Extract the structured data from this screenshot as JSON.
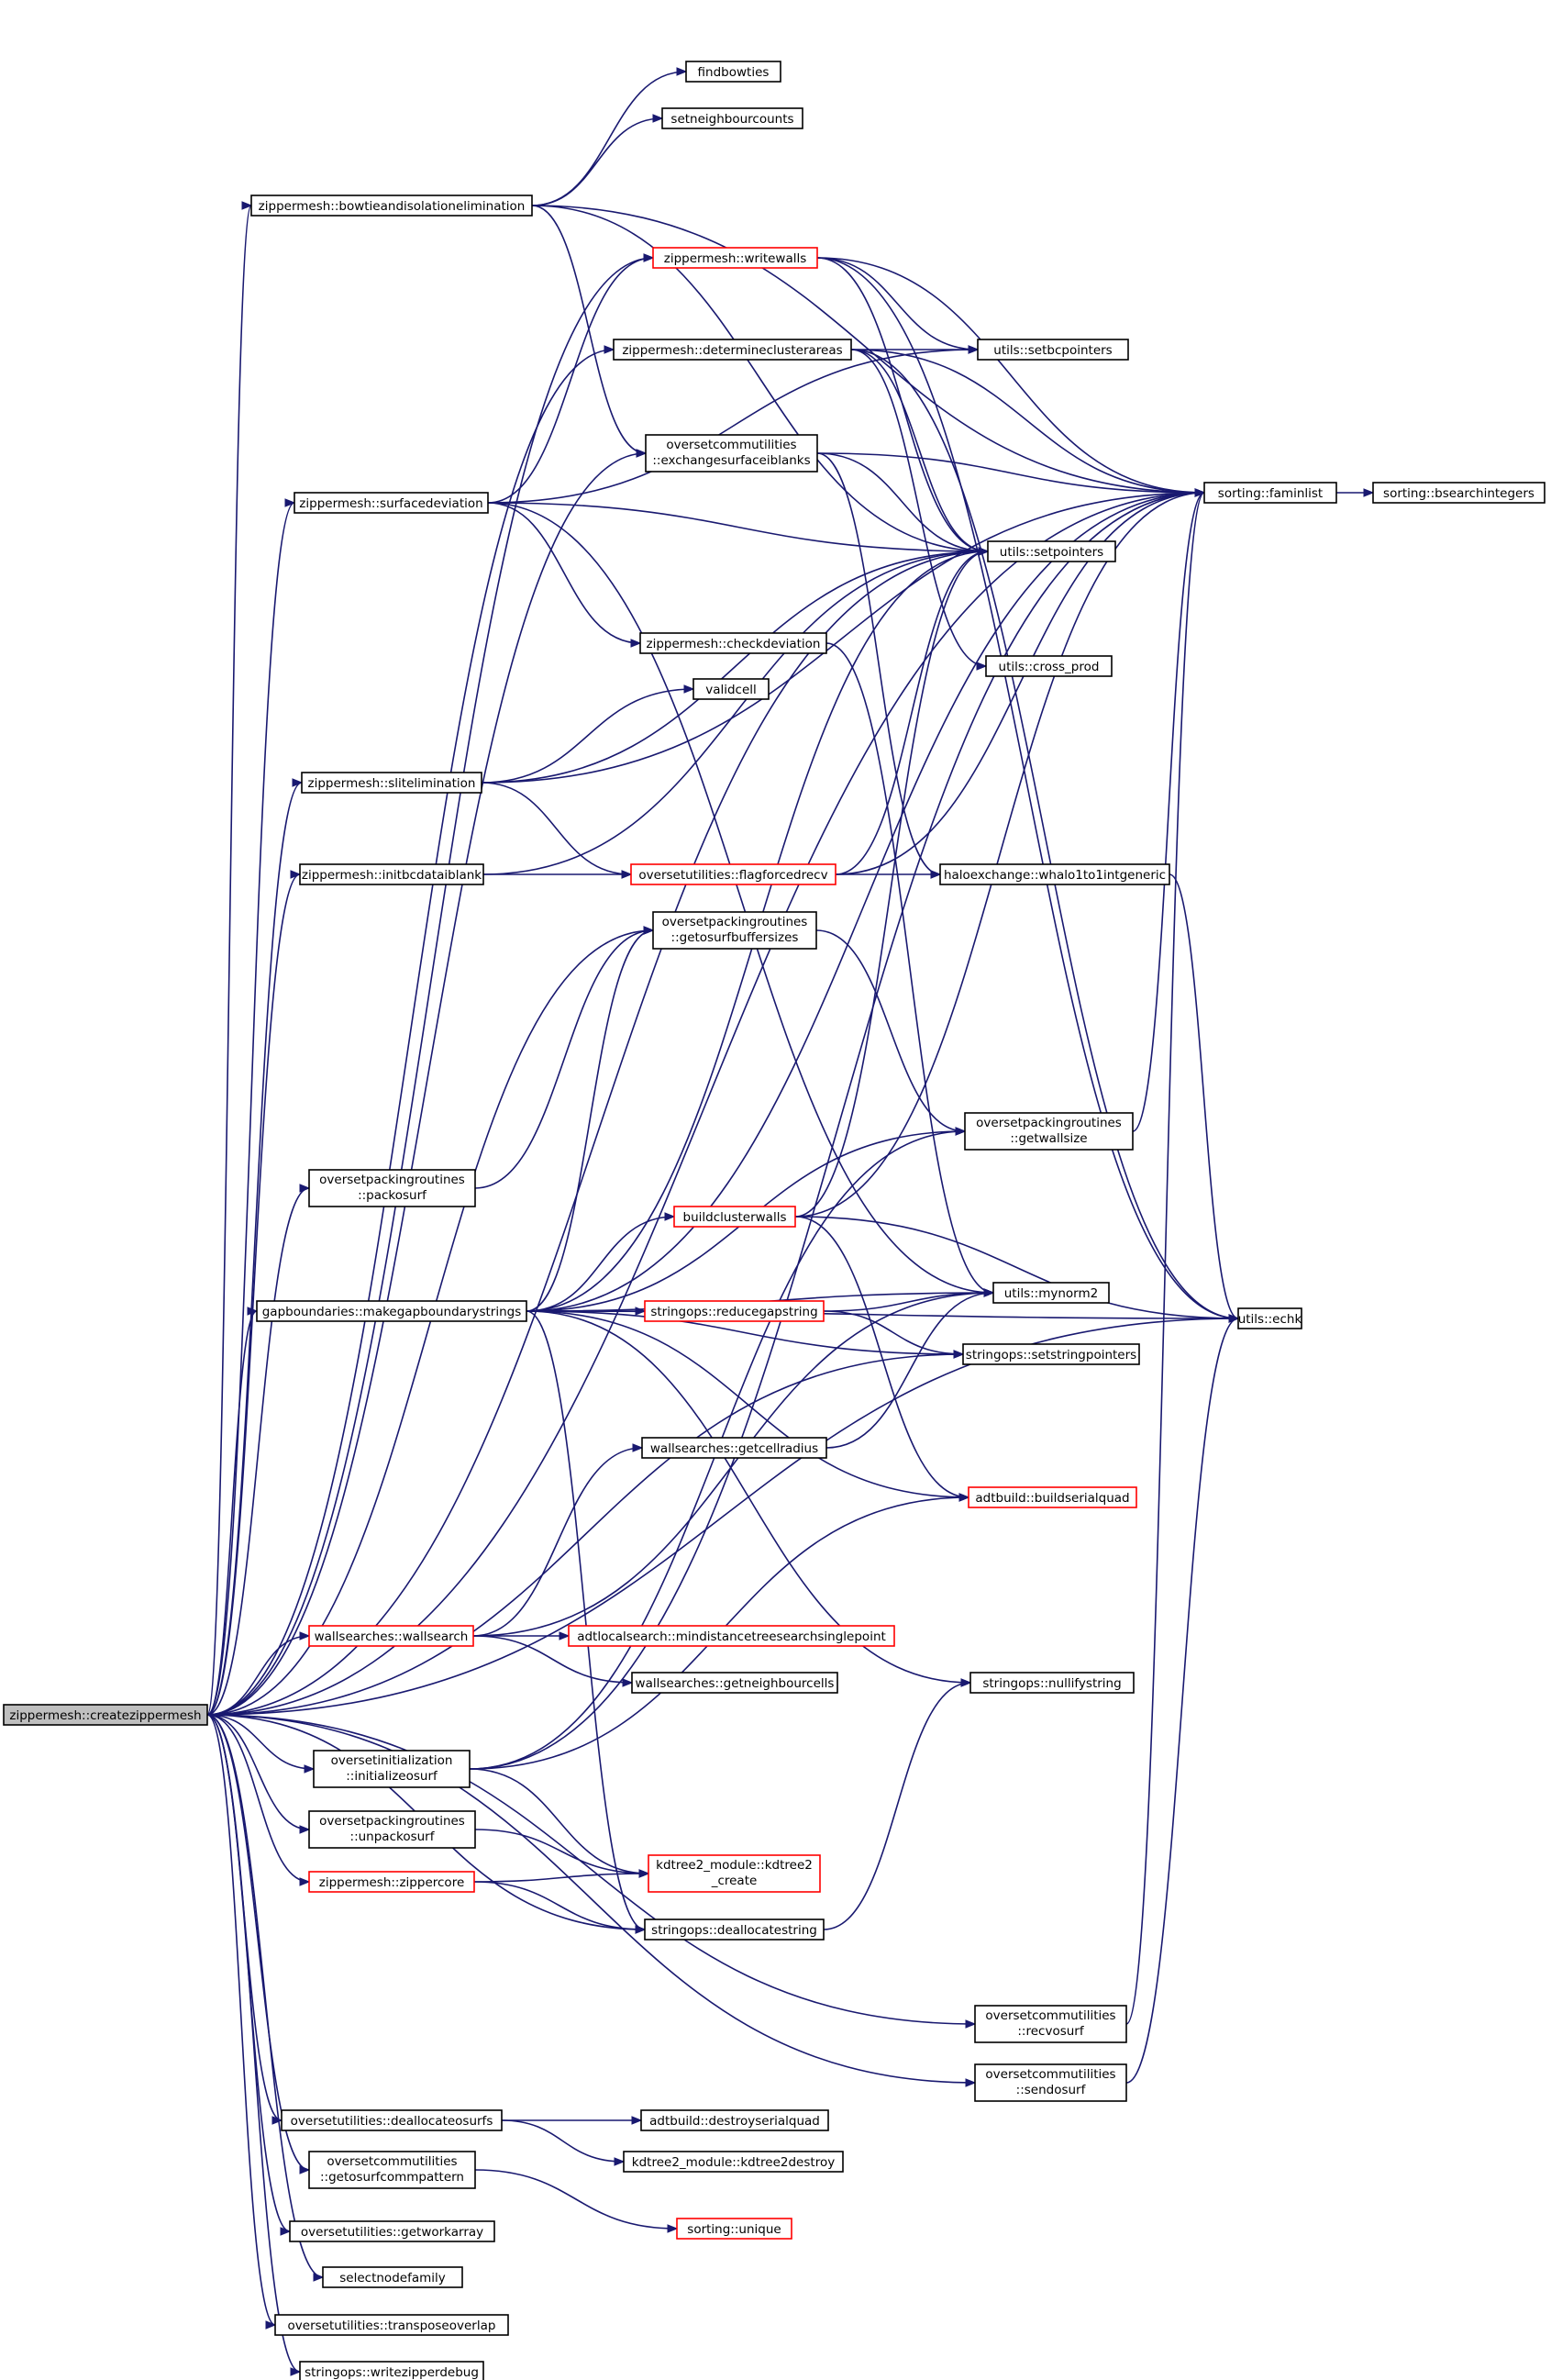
{
  "diagram": {
    "type": "call-graph",
    "nodes": [
      {
        "id": "createzippermesh",
        "lines": [
          "zippermesh::createzippermesh"
        ],
        "style": "root"
      },
      {
        "id": "findbowties",
        "lines": [
          "findbowties"
        ],
        "style": "normal"
      },
      {
        "id": "setneighbourcounts",
        "lines": [
          "setneighbourcounts"
        ],
        "style": "normal"
      },
      {
        "id": "bowtie",
        "lines": [
          "zippermesh::bowtieandisolationelimination"
        ],
        "style": "normal"
      },
      {
        "id": "writewalls",
        "lines": [
          "zippermesh::writewalls"
        ],
        "style": "red"
      },
      {
        "id": "determineclusterareas",
        "lines": [
          "zippermesh::determineclusterareas"
        ],
        "style": "normal"
      },
      {
        "id": "setbcpointers",
        "lines": [
          "utils::setbcpointers"
        ],
        "style": "normal"
      },
      {
        "id": "exchangesurfaceiblanks",
        "lines": [
          "oversetcommutilities",
          "::exchangesurfaceiblanks"
        ],
        "style": "normal"
      },
      {
        "id": "faminlist",
        "lines": [
          "sorting::faminlist"
        ],
        "style": "normal"
      },
      {
        "id": "bsearchintegers",
        "lines": [
          "sorting::bsearchintegers"
        ],
        "style": "normal"
      },
      {
        "id": "surfacedeviation",
        "lines": [
          "zippermesh::surfacedeviation"
        ],
        "style": "normal"
      },
      {
        "id": "setpointers",
        "lines": [
          "utils::setpointers"
        ],
        "style": "normal"
      },
      {
        "id": "checkdeviation",
        "lines": [
          "zippermesh::checkdeviation"
        ],
        "style": "normal"
      },
      {
        "id": "cross_prod",
        "lines": [
          "utils::cross_prod"
        ],
        "style": "normal"
      },
      {
        "id": "validcell",
        "lines": [
          "validcell"
        ],
        "style": "normal"
      },
      {
        "id": "slitelimination",
        "lines": [
          "zippermesh::slitelimination"
        ],
        "style": "normal"
      },
      {
        "id": "initbcdataiblank",
        "lines": [
          "zippermesh::initbcdataiblank"
        ],
        "style": "normal"
      },
      {
        "id": "flagforcedrecv",
        "lines": [
          "oversetutilities::flagforcedrecv"
        ],
        "style": "red"
      },
      {
        "id": "whalo1to1intgeneric",
        "lines": [
          "haloexchange::whalo1to1intgeneric"
        ],
        "style": "normal"
      },
      {
        "id": "getosurfbuffersizes",
        "lines": [
          "oversetpackingroutines",
          "::getosurfbuffersizes"
        ],
        "style": "normal"
      },
      {
        "id": "getwallsize",
        "lines": [
          "oversetpackingroutines",
          "::getwallsize"
        ],
        "style": "normal"
      },
      {
        "id": "packosurf",
        "lines": [
          "oversetpackingroutines",
          "::packosurf"
        ],
        "style": "normal"
      },
      {
        "id": "buildclusterwalls",
        "lines": [
          "buildclusterwalls"
        ],
        "style": "red"
      },
      {
        "id": "makegapboundarystrings",
        "lines": [
          "gapboundaries::makegapboundarystrings"
        ],
        "style": "normal"
      },
      {
        "id": "reducegapstring",
        "lines": [
          "stringops::reducegapstring"
        ],
        "style": "red"
      },
      {
        "id": "mynorm2",
        "lines": [
          "utils::mynorm2"
        ],
        "style": "normal"
      },
      {
        "id": "echk",
        "lines": [
          "utils::echk"
        ],
        "style": "normal"
      },
      {
        "id": "setstringpointers",
        "lines": [
          "stringops::setstringpointers"
        ],
        "style": "normal"
      },
      {
        "id": "getcellradius",
        "lines": [
          "wallsearches::getcellradius"
        ],
        "style": "normal"
      },
      {
        "id": "buildserialquad",
        "lines": [
          "adtbuild::buildserialquad"
        ],
        "style": "red"
      },
      {
        "id": "wallsearch",
        "lines": [
          "wallsearches::wallsearch"
        ],
        "style": "red"
      },
      {
        "id": "mindistance",
        "lines": [
          "adtlocalsearch::mindistancetreesearchsinglepoint"
        ],
        "style": "red"
      },
      {
        "id": "getneighbourcells",
        "lines": [
          "wallsearches::getneighbourcells"
        ],
        "style": "normal"
      },
      {
        "id": "nullifystring",
        "lines": [
          "stringops::nullifystring"
        ],
        "style": "normal"
      },
      {
        "id": "initializeosurf",
        "lines": [
          "oversetinitialization",
          "::initializeosurf"
        ],
        "style": "normal"
      },
      {
        "id": "unpackosurf",
        "lines": [
          "oversetpackingroutines",
          "::unpackosurf"
        ],
        "style": "normal"
      },
      {
        "id": "zippercore",
        "lines": [
          "zippermesh::zippercore"
        ],
        "style": "red"
      },
      {
        "id": "kdtree2_create",
        "lines": [
          "kdtree2_module::kdtree2",
          "_create"
        ],
        "style": "red"
      },
      {
        "id": "deallocatestring",
        "lines": [
          "stringops::deallocatestring"
        ],
        "style": "normal"
      },
      {
        "id": "recvosurf",
        "lines": [
          "oversetcommutilities",
          "::recvosurf"
        ],
        "style": "normal"
      },
      {
        "id": "sendosurf",
        "lines": [
          "oversetcommutilities",
          "::sendosurf"
        ],
        "style": "normal"
      },
      {
        "id": "deallocateosurfs",
        "lines": [
          "oversetutilities::deallocateosurfs"
        ],
        "style": "normal"
      },
      {
        "id": "destroyserialquad",
        "lines": [
          "adtbuild::destroyserialquad"
        ],
        "style": "normal"
      },
      {
        "id": "kdtree2destroy",
        "lines": [
          "kdtree2_module::kdtree2destroy"
        ],
        "style": "normal"
      },
      {
        "id": "getosurfcommpattern",
        "lines": [
          "oversetcommutilities",
          "::getosurfcommpattern"
        ],
        "style": "normal"
      },
      {
        "id": "unique",
        "lines": [
          "sorting::unique"
        ],
        "style": "red"
      },
      {
        "id": "getworkarray",
        "lines": [
          "oversetutilities::getworkarray"
        ],
        "style": "normal"
      },
      {
        "id": "selectnodefamily",
        "lines": [
          "selectnodefamily"
        ],
        "style": "normal"
      },
      {
        "id": "transposeoverlap",
        "lines": [
          "oversetutilities::transposeoverlap"
        ],
        "style": "normal"
      },
      {
        "id": "writezipperdebug",
        "lines": [
          "stringops::writezipperdebug"
        ],
        "style": "normal"
      }
    ],
    "edges": [
      [
        "createzippermesh",
        "bowtie"
      ],
      [
        "createzippermesh",
        "writewalls"
      ],
      [
        "createzippermesh",
        "determineclusterareas"
      ],
      [
        "createzippermesh",
        "exchangesurfaceiblanks"
      ],
      [
        "createzippermesh",
        "surfacedeviation"
      ],
      [
        "createzippermesh",
        "setpointers"
      ],
      [
        "createzippermesh",
        "slitelimination"
      ],
      [
        "createzippermesh",
        "initbcdataiblank"
      ],
      [
        "createzippermesh",
        "getosurfbuffersizes"
      ],
      [
        "createzippermesh",
        "packosurf"
      ],
      [
        "createzippermesh",
        "makegapboundarystrings"
      ],
      [
        "createzippermesh",
        "wallsearch"
      ],
      [
        "createzippermesh",
        "initializeosurf"
      ],
      [
        "createzippermesh",
        "unpackosurf"
      ],
      [
        "createzippermesh",
        "zippercore"
      ],
      [
        "createzippermesh",
        "deallocatestring"
      ],
      [
        "createzippermesh",
        "recvosurf"
      ],
      [
        "createzippermesh",
        "sendosurf"
      ],
      [
        "createzippermesh",
        "deallocateosurfs"
      ],
      [
        "createzippermesh",
        "getosurfcommpattern"
      ],
      [
        "createzippermesh",
        "getworkarray"
      ],
      [
        "createzippermesh",
        "selectnodefamily"
      ],
      [
        "createzippermesh",
        "transposeoverlap"
      ],
      [
        "createzippermesh",
        "writezipperdebug"
      ],
      [
        "createzippermesh",
        "faminlist"
      ],
      [
        "createzippermesh",
        "echk"
      ],
      [
        "createzippermesh",
        "setstringpointers"
      ],
      [
        "bowtie",
        "findbowties"
      ],
      [
        "bowtie",
        "setneighbourcounts"
      ],
      [
        "bowtie",
        "faminlist"
      ],
      [
        "bowtie",
        "exchangesurfaceiblanks"
      ],
      [
        "bowtie",
        "setpointers"
      ],
      [
        "writewalls",
        "setbcpointers"
      ],
      [
        "writewalls",
        "setpointers"
      ],
      [
        "writewalls",
        "faminlist"
      ],
      [
        "writewalls",
        "echk"
      ],
      [
        "determineclusterareas",
        "setbcpointers"
      ],
      [
        "determineclusterareas",
        "setpointers"
      ],
      [
        "determineclusterareas",
        "faminlist"
      ],
      [
        "determineclusterareas",
        "cross_prod"
      ],
      [
        "determineclusterareas",
        "echk"
      ],
      [
        "exchangesurfaceiblanks",
        "faminlist"
      ],
      [
        "exchangesurfaceiblanks",
        "setpointers"
      ],
      [
        "exchangesurfaceiblanks",
        "whalo1to1intgeneric"
      ],
      [
        "faminlist",
        "bsearchintegers"
      ],
      [
        "surfacedeviation",
        "writewalls"
      ],
      [
        "surfacedeviation",
        "setbcpointers"
      ],
      [
        "surfacedeviation",
        "setpointers"
      ],
      [
        "surfacedeviation",
        "checkdeviation"
      ],
      [
        "surfacedeviation",
        "mynorm2"
      ],
      [
        "checkdeviation",
        "mynorm2"
      ],
      [
        "slitelimination",
        "validcell"
      ],
      [
        "slitelimination",
        "setpointers"
      ],
      [
        "slitelimination",
        "faminlist"
      ],
      [
        "slitelimination",
        "flagforcedrecv"
      ],
      [
        "initbcdataiblank",
        "setpointers"
      ],
      [
        "initbcdataiblank",
        "flagforcedrecv"
      ],
      [
        "flagforcedrecv",
        "setpointers"
      ],
      [
        "flagforcedrecv",
        "whalo1to1intgeneric"
      ],
      [
        "flagforcedrecv",
        "faminlist"
      ],
      [
        "whalo1to1intgeneric",
        "echk"
      ],
      [
        "getosurfbuffersizes",
        "getwallsize"
      ],
      [
        "getwallsize",
        "faminlist"
      ],
      [
        "packosurf",
        "getosurfbuffersizes"
      ],
      [
        "buildclusterwalls",
        "setpointers"
      ],
      [
        "buildclusterwalls",
        "faminlist"
      ],
      [
        "buildclusterwalls",
        "echk"
      ],
      [
        "buildclusterwalls",
        "buildserialquad"
      ],
      [
        "makegapboundarystrings",
        "getosurfbuffersizes"
      ],
      [
        "makegapboundarystrings",
        "getwallsize"
      ],
      [
        "makegapboundarystrings",
        "buildclusterwalls"
      ],
      [
        "makegapboundarystrings",
        "reducegapstring"
      ],
      [
        "makegapboundarystrings",
        "mynorm2"
      ],
      [
        "makegapboundarystrings",
        "echk"
      ],
      [
        "makegapboundarystrings",
        "setstringpointers"
      ],
      [
        "makegapboundarystrings",
        "buildserialquad"
      ],
      [
        "makegapboundarystrings",
        "nullifystring"
      ],
      [
        "makegapboundarystrings",
        "deallocatestring"
      ],
      [
        "makegapboundarystrings",
        "setpointers"
      ],
      [
        "makegapboundarystrings",
        "faminlist"
      ],
      [
        "reducegapstring",
        "mynorm2"
      ],
      [
        "reducegapstring",
        "setstringpointers"
      ],
      [
        "getcellradius",
        "mynorm2"
      ],
      [
        "wallsearch",
        "getcellradius"
      ],
      [
        "wallsearch",
        "mindistance"
      ],
      [
        "wallsearch",
        "getneighbourcells"
      ],
      [
        "wallsearch",
        "mynorm2"
      ],
      [
        "initializeosurf",
        "getwallsize"
      ],
      [
        "initializeosurf",
        "buildserialquad"
      ],
      [
        "initializeosurf",
        "faminlist"
      ],
      [
        "initializeosurf",
        "kdtree2_create"
      ],
      [
        "unpackosurf",
        "kdtree2_create"
      ],
      [
        "zippercore",
        "kdtree2_create"
      ],
      [
        "zippercore",
        "deallocatestring"
      ],
      [
        "deallocatestring",
        "nullifystring"
      ],
      [
        "recvosurf",
        "faminlist"
      ],
      [
        "sendosurf",
        "echk"
      ],
      [
        "deallocateosurfs",
        "destroyserialquad"
      ],
      [
        "deallocateosurfs",
        "kdtree2destroy"
      ],
      [
        "getosurfcommpattern",
        "unique"
      ]
    ]
  }
}
